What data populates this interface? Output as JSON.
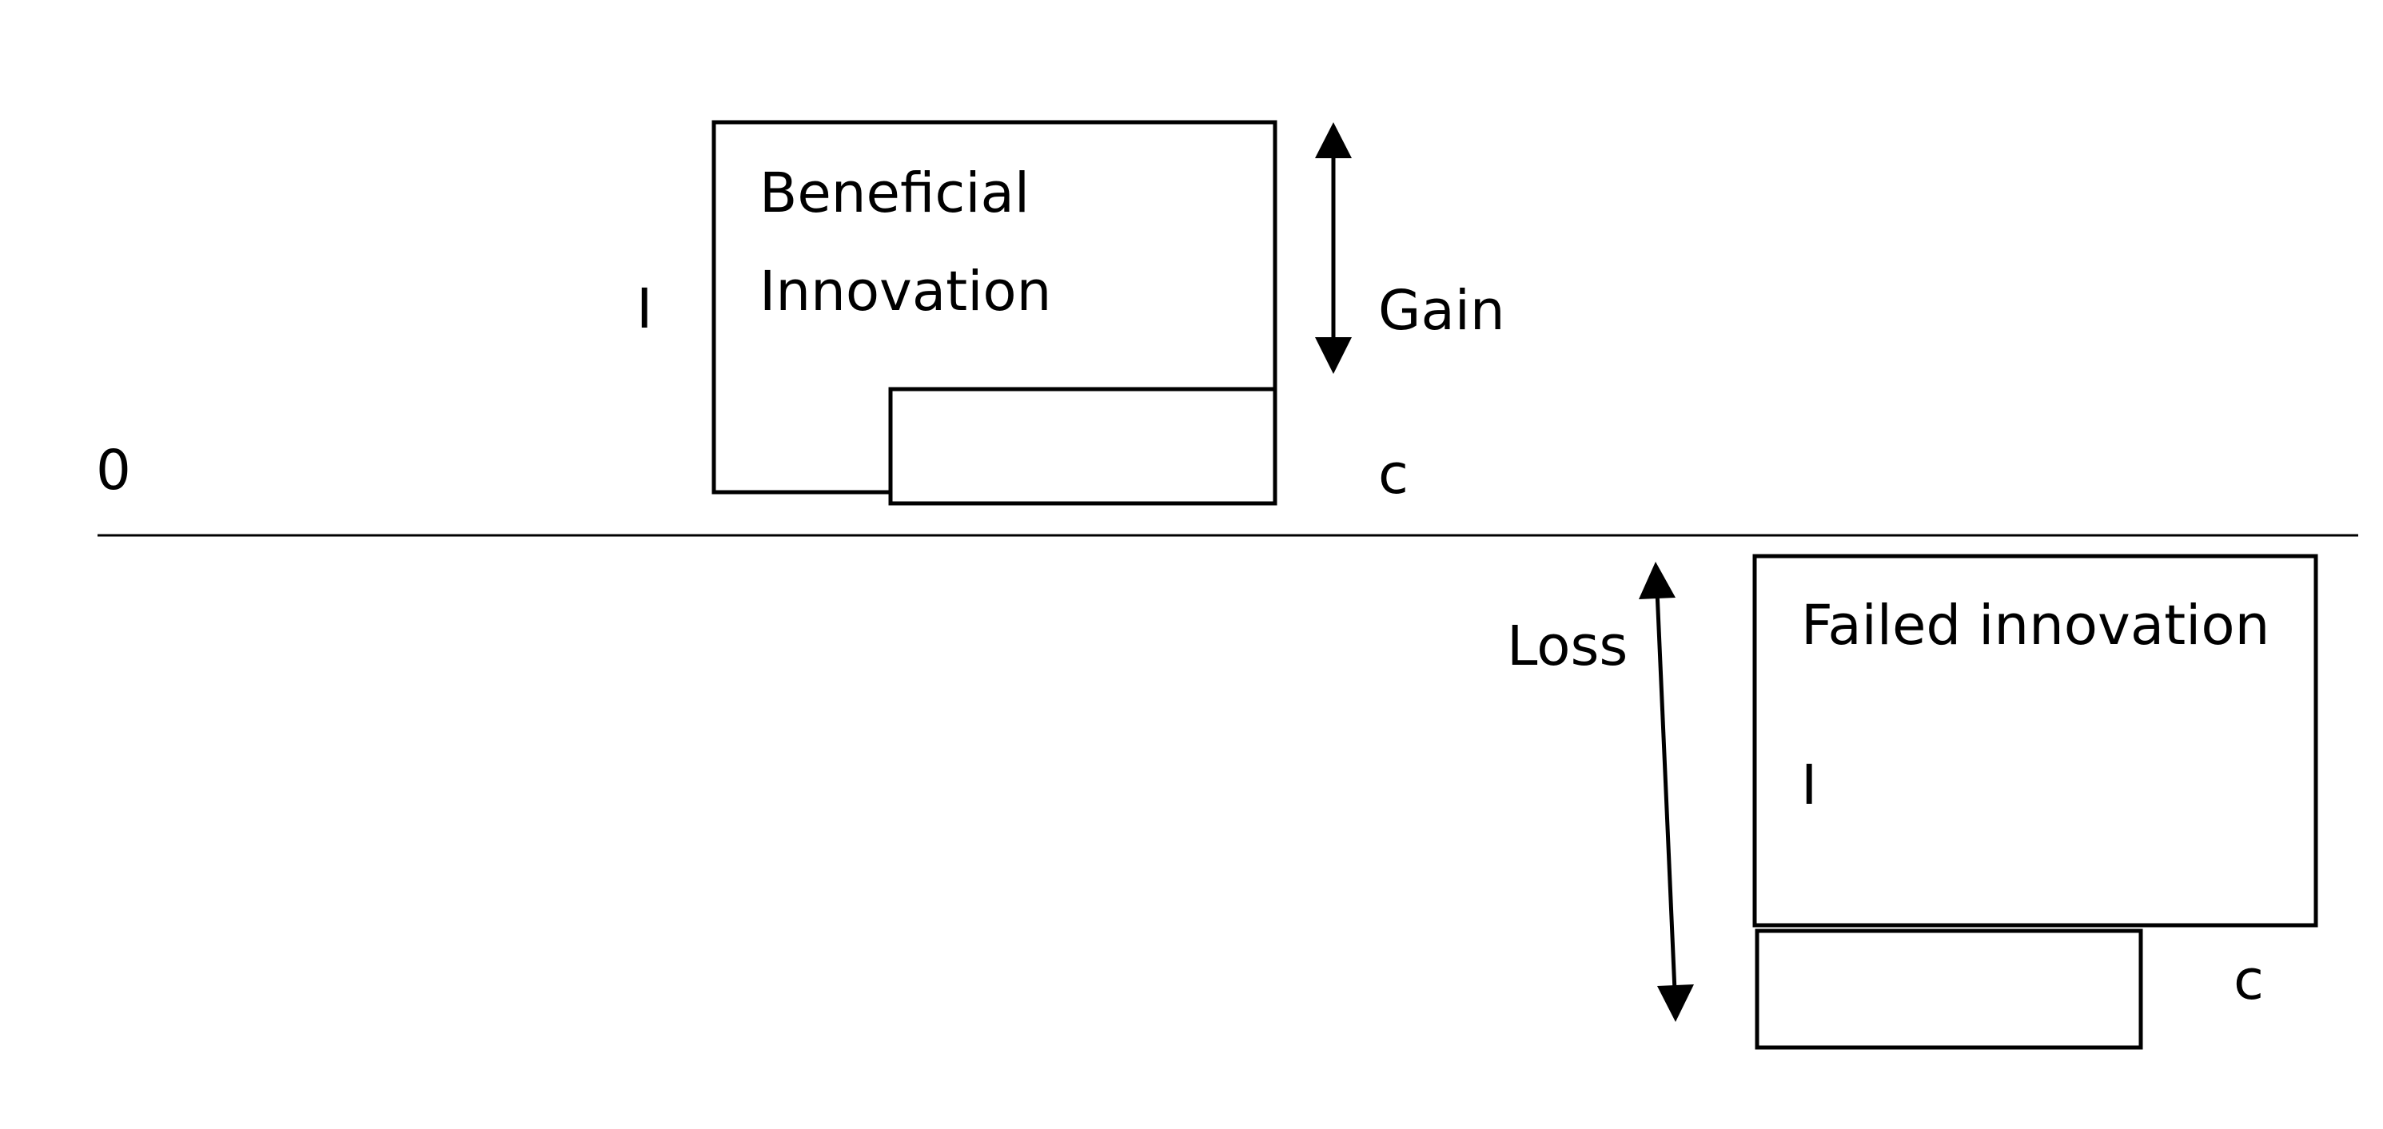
{
  "diagram": {
    "origin_label": "0",
    "beneficial": {
      "label_line1": "Beneficial",
      "label_line2": "Innovation",
      "i_label": "I",
      "c_label": "c",
      "gain_label": "Gain"
    },
    "failed": {
      "label": "Failed innovation",
      "i_label": "I",
      "c_label": "c",
      "loss_label": "Loss"
    }
  }
}
